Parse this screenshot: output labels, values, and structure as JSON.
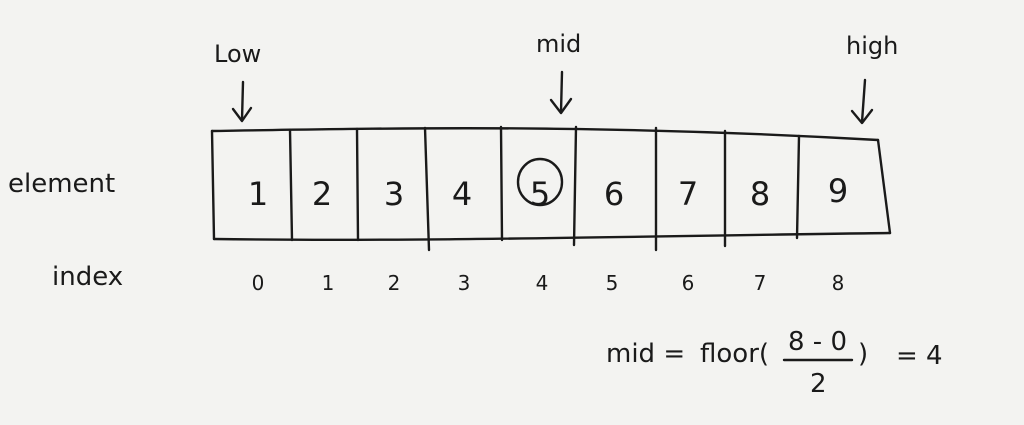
{
  "labels": {
    "element": "element",
    "index": "index"
  },
  "pointers": {
    "low": "Low",
    "mid": "mid",
    "high": "high"
  },
  "elements": [
    "1",
    "2",
    "3",
    "4",
    "5",
    "6",
    "7",
    "8",
    "9"
  ],
  "indices": [
    "0",
    "1",
    "2",
    "3",
    "4",
    "5",
    "6",
    "7",
    "8"
  ],
  "highlighted_index": 4,
  "formula": {
    "lhs": "mid =",
    "func": "floor(",
    "numerator": "8 - 0",
    "denominator": "2",
    "close": ")",
    "result": "= 4"
  },
  "colors": {
    "ink": "#1a1a1a",
    "paper": "#f3f3f1"
  }
}
